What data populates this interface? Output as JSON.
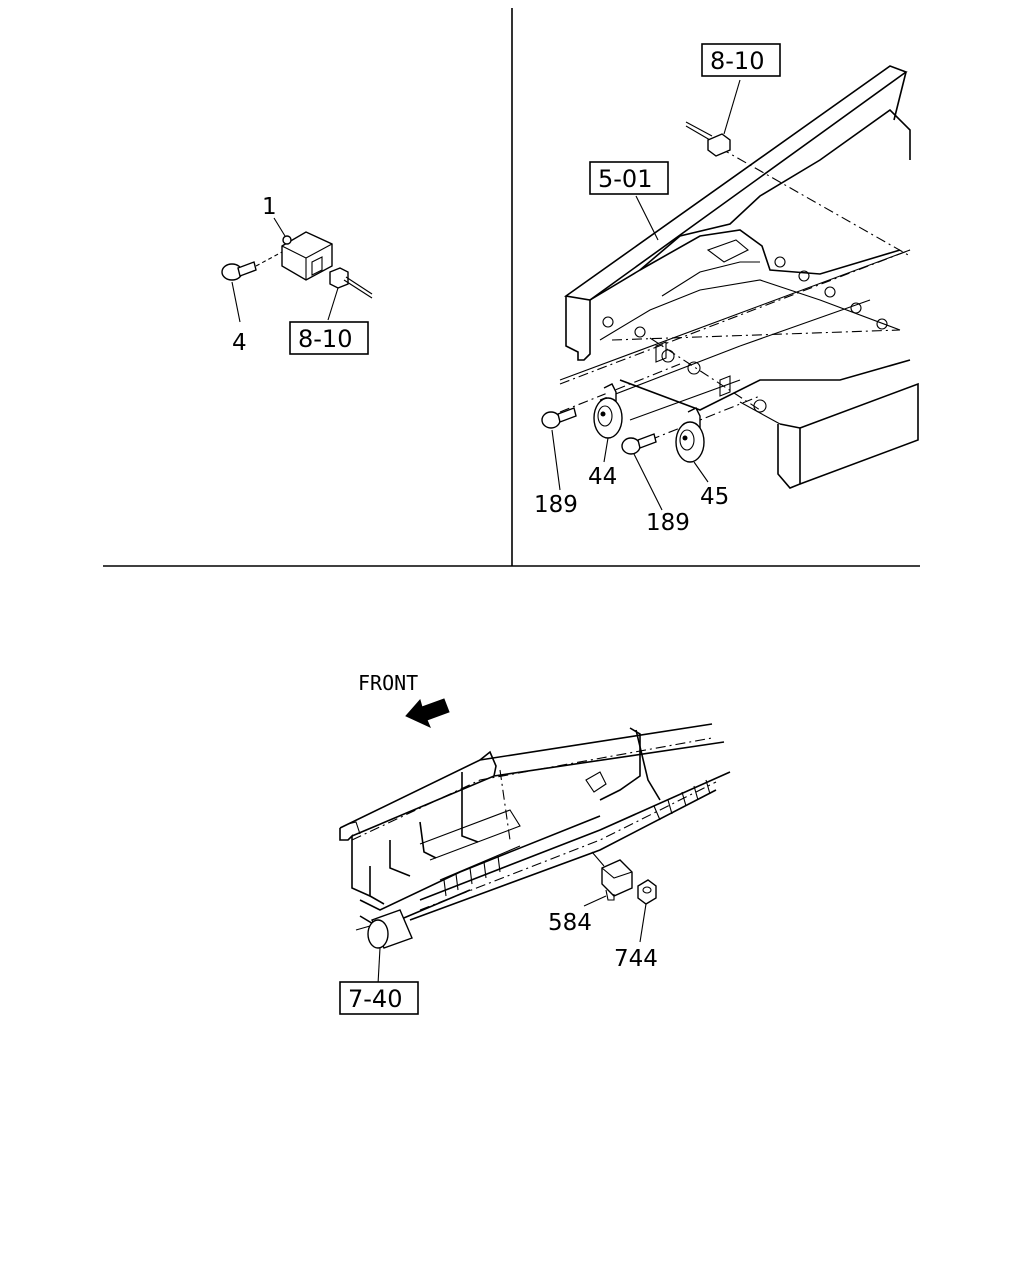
{
  "labels": {
    "part_1": "1",
    "part_4": "4",
    "part_44": "44",
    "part_45": "45",
    "part_189_a": "189",
    "part_189_b": "189",
    "part_584": "584",
    "part_744": "744",
    "ref_8_10_left": "8-10",
    "ref_8_10_right": "8-10",
    "ref_5_01": "5-01",
    "ref_7_40": "7-40",
    "front": "FRONT"
  }
}
